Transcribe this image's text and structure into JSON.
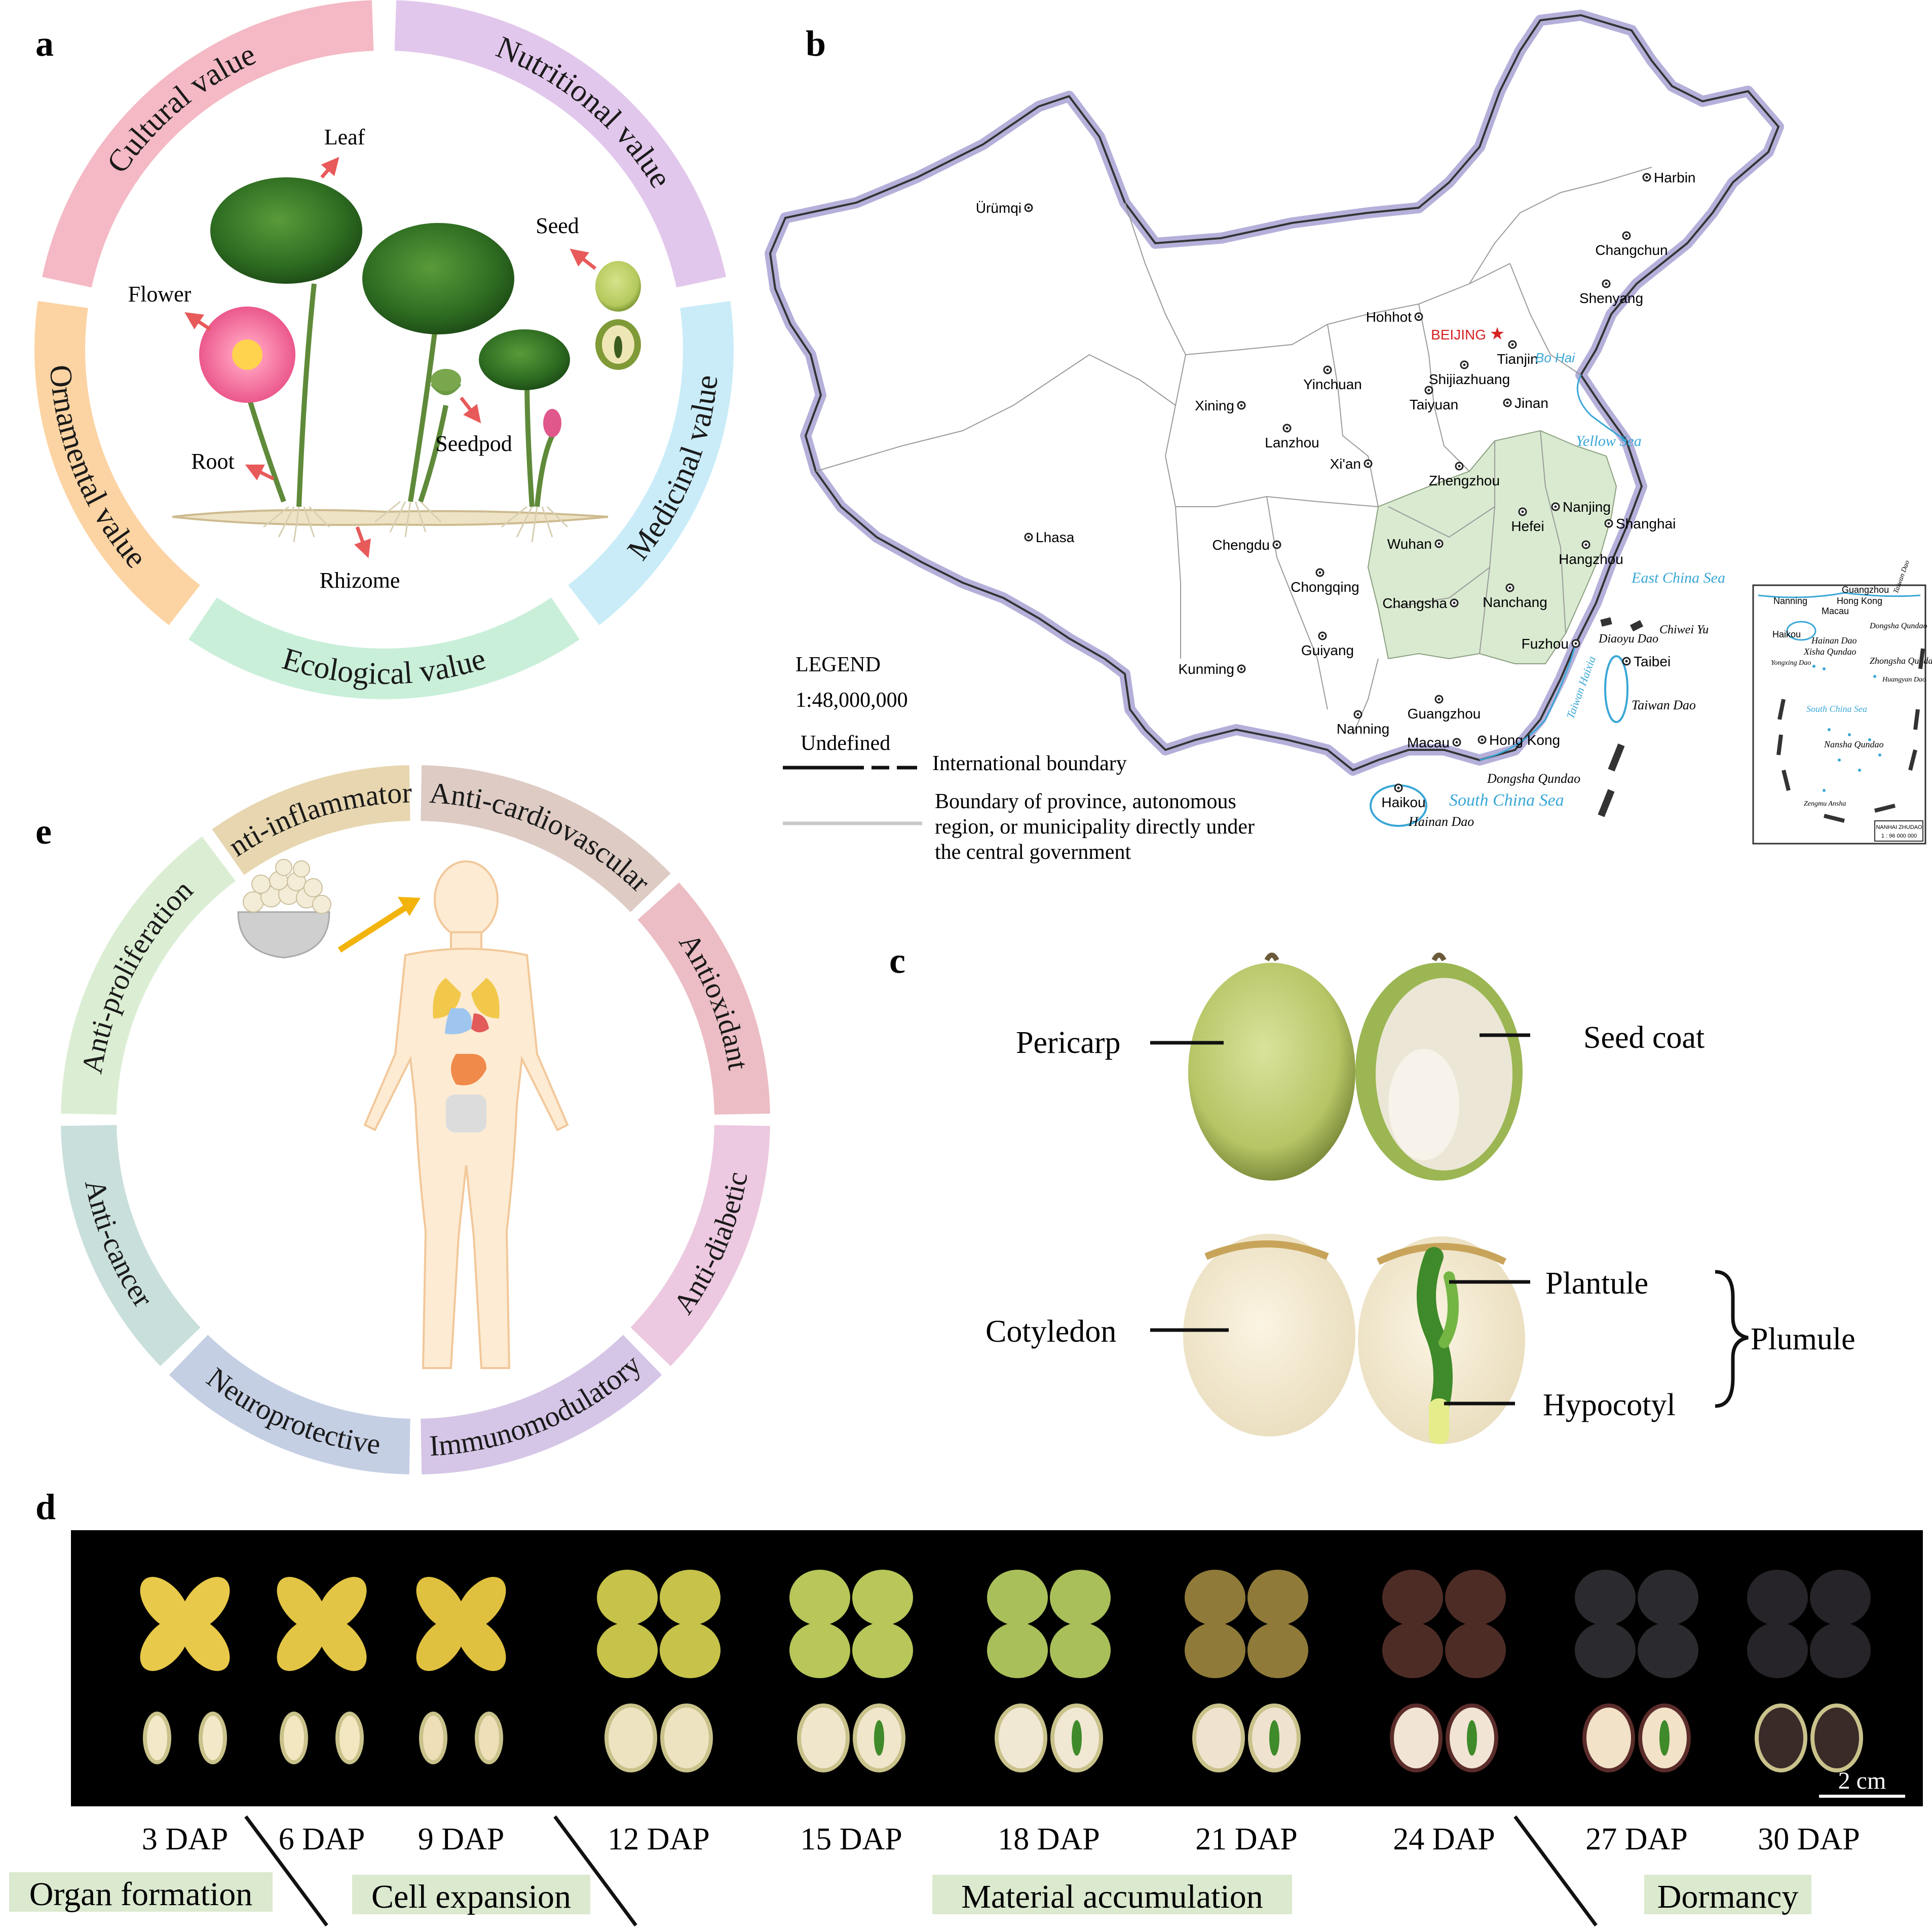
{
  "panel_a": {
    "letter": "a",
    "ring": [
      "Cultural value",
      "Nutritional value",
      "Medicinal value",
      "Ecological value",
      "Ornamental value"
    ],
    "parts": {
      "leaf": "Leaf",
      "seed": "Seed",
      "flower": "Flower",
      "seedpod": "Seedpod",
      "root": "Root",
      "rhizome": "Rhizome"
    }
  },
  "panel_b": {
    "letter": "b",
    "legend": {
      "title": "LEGEND",
      "scale": "1:48,000,000",
      "undefined": "Undefined",
      "intl": "International boundary",
      "prov_1": "Boundary of province, autonomous",
      "prov_2": "region, or municipality directly under",
      "prov_3": "the central government"
    },
    "cities": [
      "Ürümqi",
      "Harbin",
      "Changchun",
      "Shenyang",
      "Hohhot",
      "BEIJING",
      "Tianjin",
      "Shijiazhuang",
      "Taiyuan",
      "Yinchuan",
      "Xining",
      "Lanzhou",
      "Jinan",
      "Xi'an",
      "Zhengzhou",
      "Lhasa",
      "Chengdu",
      "Chongqing",
      "Wuhan",
      "Hefei",
      "Nanjing",
      "Shanghai",
      "Hangzhou",
      "Changsha",
      "Nanchang",
      "Fuzhou",
      "Guiyang",
      "Kunming",
      "Nanning",
      "Guangzhou",
      "Macau",
      "Hong Kong",
      "Taibei",
      "Haikou"
    ],
    "seas": {
      "bohai": "Bo Hai",
      "yellow": "Yellow Sea",
      "east": "East China Sea",
      "south": "South China Sea",
      "strait": "Taiwan Haixia"
    },
    "islands": {
      "diaoyu": "Diaoyu Dao",
      "chiwei": "Chiwei Yu",
      "taiwan": "Taiwan Dao",
      "dongsha": "Dongsha Qundao",
      "hainan": "Hainan Dao"
    },
    "inset": {
      "guangzhou": "Guangzhou",
      "hongkong": "Hong Kong",
      "macau": "Macau",
      "nanning": "Nanning",
      "haikou": "Haikou",
      "hainan": "Hainan Dao",
      "dongsha": "Dongsha Qundao",
      "xisha": "Xisha Qundao",
      "yongxing": "Yongxing Dao",
      "zhongsha": "Zhongsha Qundao",
      "huangyan": "Huangyan Dao",
      "southsea": "South China Sea",
      "nansha": "Nansha Qundao",
      "zengmu": "Zengmu Ansha",
      "taiwan": "Taiwan Dao",
      "caption": "NANHAI ZHUDAO",
      "scale": "1 : 96 000 000"
    }
  },
  "panel_c": {
    "letter": "c",
    "labels": {
      "pericarp": "Pericarp",
      "seedcoat": "Seed coat",
      "cotyledon": "Cotyledon",
      "plantule": "Plantule",
      "hypocotyl": "Hypocotyl",
      "plumule": "Plumule"
    }
  },
  "panel_d": {
    "letter": "d",
    "stages": [
      "3 DAP",
      "6 DAP",
      "9 DAP",
      "12 DAP",
      "15 DAP",
      "18 DAP",
      "21 DAP",
      "24 DAP",
      "27 DAP",
      "30 DAP"
    ],
    "phases": [
      "Organ formation",
      "Cell expansion",
      "Material accumulation",
      "Dormancy"
    ],
    "scale": "2 cm"
  },
  "panel_e": {
    "letter": "e",
    "ring": [
      "Anti-inflammatory",
      "Anti-cardiovascular",
      "Antioxidant",
      "Anti-diabetic",
      "Immunomodulatory",
      "Neuroprotective",
      "Anti-cancer",
      "Anti-proliferation"
    ]
  }
}
